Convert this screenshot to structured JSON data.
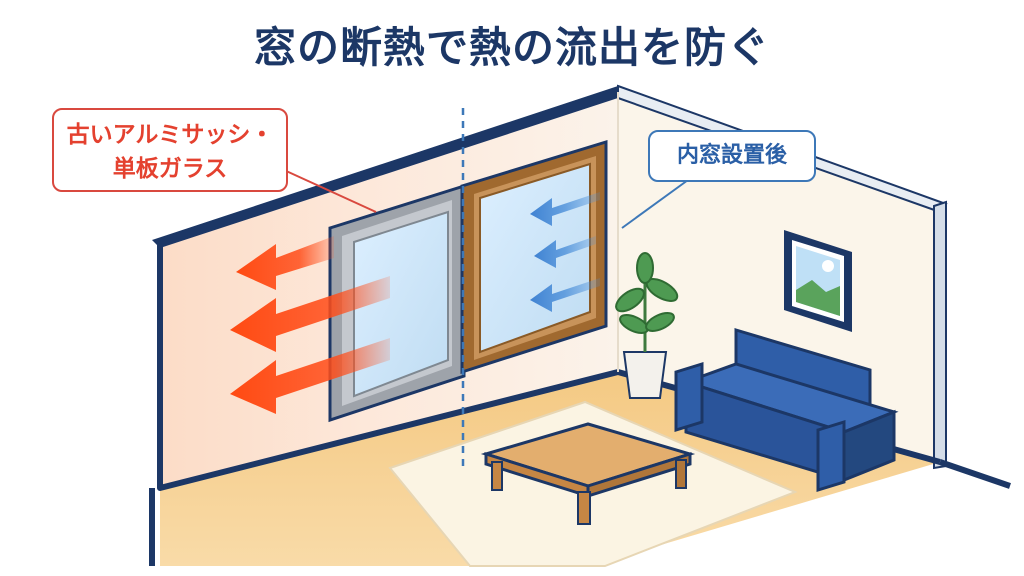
{
  "title": "窓の断熱で熱の流出を防ぐ",
  "callouts": {
    "before": {
      "line1": "古いアルミサッシ・",
      "line2": "単板ガラス",
      "border_color": "#d9493f",
      "text_color": "#e4412f"
    },
    "after": {
      "text": "内窓設置後",
      "border_color": "#3d78b8",
      "text_color": "#2a5fa6"
    }
  },
  "colors": {
    "title": "#1c3766",
    "outline": "#1c3766",
    "heat_loss_arrow": "#ff4d1a",
    "blocked_arrow": "#4b8fd9",
    "glass": "#cfe6f6",
    "aluminum_frame": "#9ea3aa",
    "wood_frame": "#a0692f",
    "sofa": "#2f5ea8",
    "floor": "#f7d49a",
    "rug": "#fbf4e3",
    "table": "#d99d5c",
    "plant": "#4e9a52"
  },
  "icons": [
    "heat-loss-arrow",
    "insulated-arrow",
    "potted-plant",
    "landscape-picture",
    "sofa",
    "low-table"
  ]
}
